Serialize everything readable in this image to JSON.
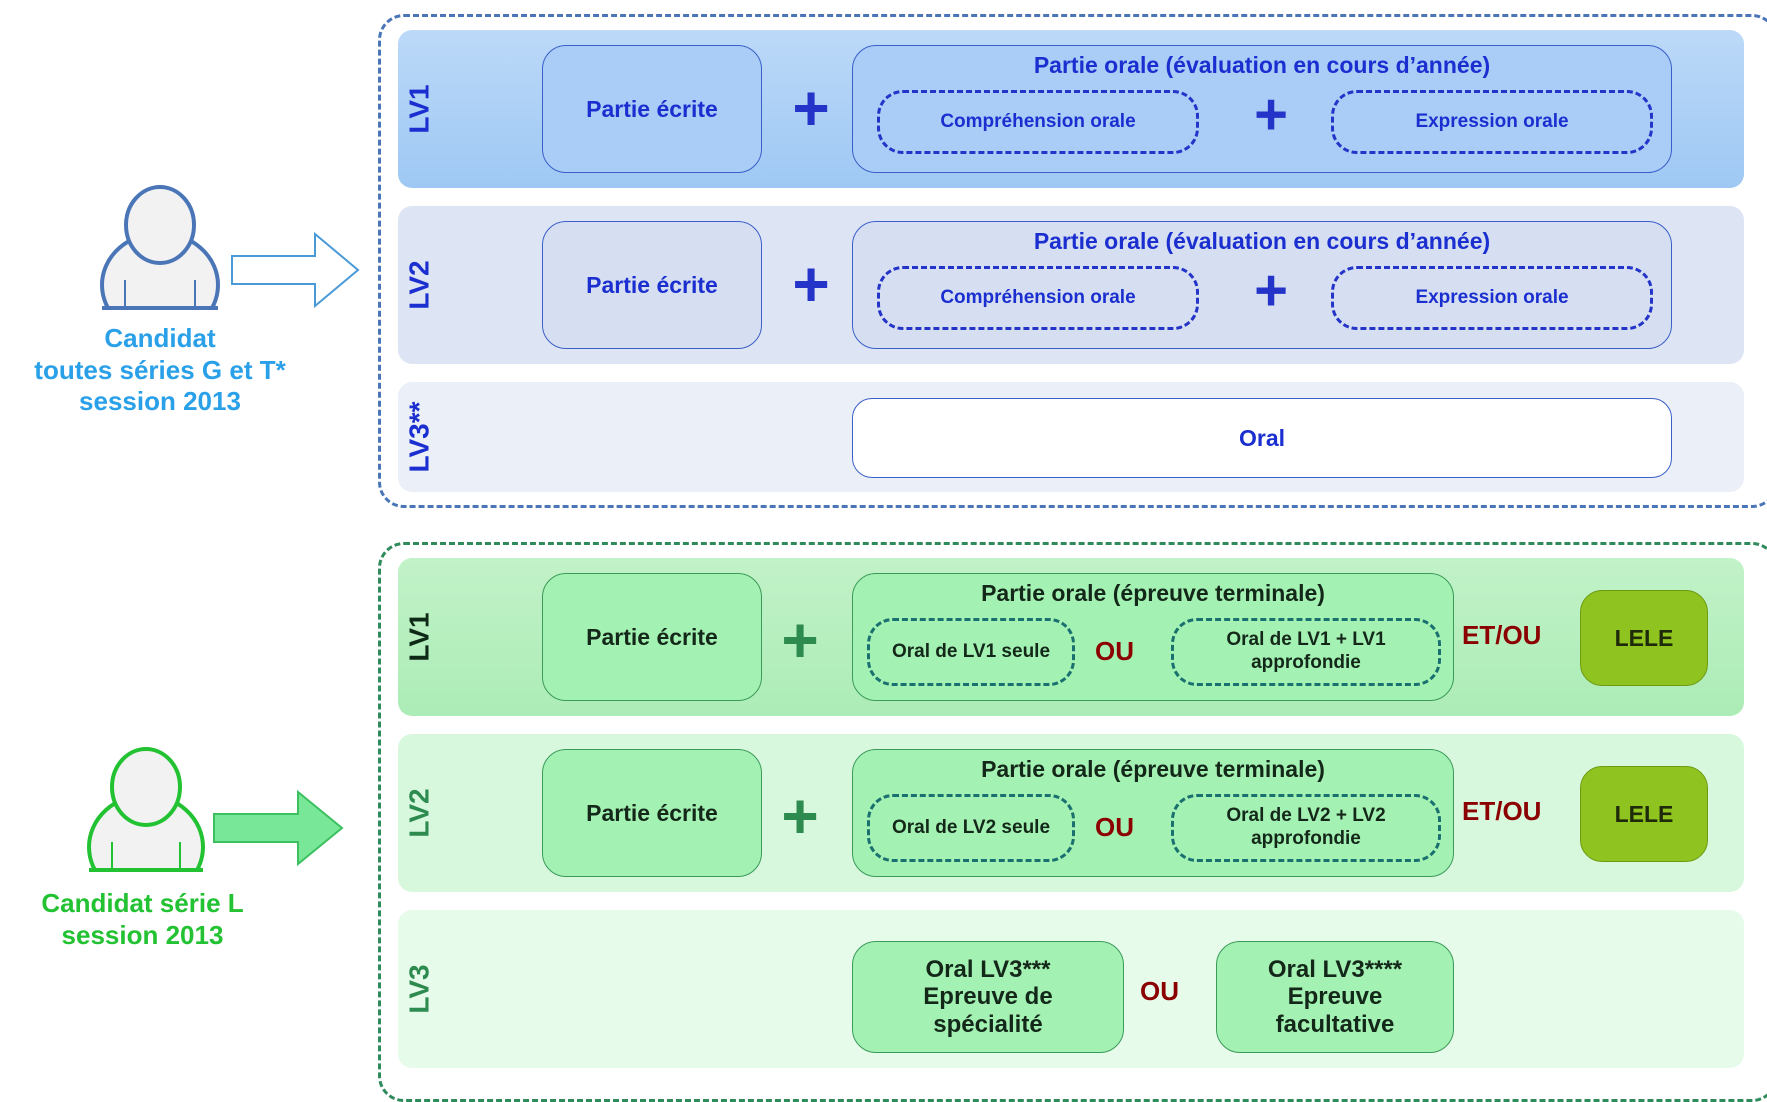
{
  "candidate_gt": {
    "line1": "Candidat",
    "line2": "toutes séries G et T*",
    "line3": "session 2013"
  },
  "candidate_l": {
    "line1": "Candidat série L",
    "line2": "session 2013"
  },
  "gt": {
    "lv1": {
      "label": "LV1",
      "ecrite": "Partie écrite",
      "orale_title": "Partie orale (évaluation en cours d’année)",
      "comprehension": "Compréhension orale",
      "expression": "Expression orale"
    },
    "lv2": {
      "label": "LV2",
      "ecrite": "Partie écrite",
      "orale_title": "Partie orale (évaluation en cours d’année)",
      "comprehension": "Compréhension orale",
      "expression": "Expression orale"
    },
    "lv3": {
      "label": "LV3**",
      "oral": "Oral"
    },
    "plus": "+"
  },
  "l": {
    "lv1": {
      "label": "LV1",
      "ecrite": "Partie écrite",
      "orale_title": "Partie orale (épreuve terminale)",
      "option1": "Oral de LV1 seule",
      "ou": "OU",
      "option2_line1": "Oral de LV1 + LV1",
      "option2_line2": "approfondie",
      "etou": "ET/OU",
      "lele": "LELE"
    },
    "lv2": {
      "label": "LV2",
      "ecrite": "Partie écrite",
      "orale_title": "Partie orale (épreuve terminale)",
      "option1": "Oral de LV2 seule",
      "ou": "OU",
      "option2_line1": "Oral de LV2 + LV2",
      "option2_line2": "approfondie",
      "etou": "ET/OU",
      "lele": "LELE"
    },
    "lv3": {
      "label": "LV3",
      "spec_line1": "Oral LV3***",
      "spec_line2": "Epreuve de",
      "spec_line3": "spécialité",
      "ou": "OU",
      "fac_line1": "Oral LV3****",
      "fac_line2": "Epreuve",
      "fac_line3": "facultative"
    },
    "plus": "+"
  },
  "colors": {
    "blue_text": "#1b2fd0",
    "blue_label": "#2aa0e8",
    "green_label": "#22c232",
    "red_text": "#8b0000"
  }
}
